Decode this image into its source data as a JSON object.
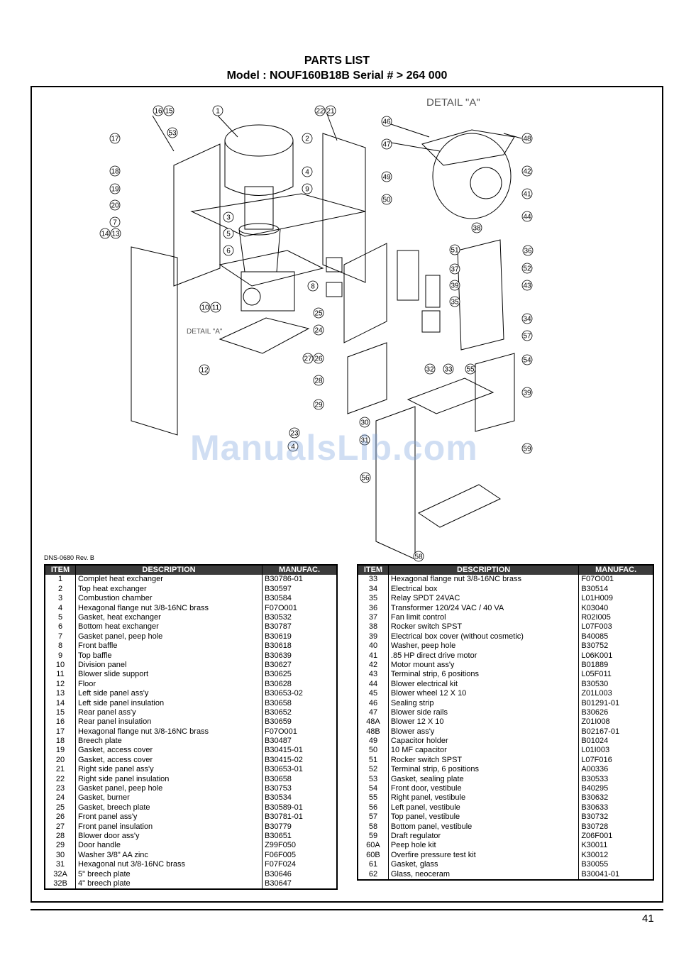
{
  "header": {
    "title": "PARTS LIST",
    "model_line": "Model : NOUF160B18B Serial # > 264 000"
  },
  "diagram": {
    "detail_a_label": "DETAIL \"A\"",
    "detail_a_small": "DETAIL \"A\"",
    "callouts": [
      "16",
      "15",
      "1",
      "22",
      "21",
      "17",
      "53",
      "2",
      "18",
      "4",
      "19",
      "9",
      "20",
      "7",
      "3",
      "5",
      "6",
      "8",
      "14",
      "13",
      "10",
      "11",
      "12",
      "25",
      "24",
      "27",
      "26",
      "28",
      "29",
      "30",
      "31",
      "23",
      "4",
      "56",
      "46",
      "47",
      "49",
      "50",
      "48",
      "42",
      "41",
      "44",
      "38",
      "51",
      "37",
      "36",
      "52",
      "43",
      "39",
      "35",
      "34",
      "57",
      "32",
      "33",
      "55",
      "54",
      "39",
      "59",
      "58"
    ]
  },
  "doc_ref": "DNS-0680 Rev. B",
  "watermark": "ManualsLib.com",
  "table_headers": {
    "item": "ITEM",
    "description": "DESCRIPTION",
    "manufac": "MANUFAC."
  },
  "left_rows": [
    {
      "item": "1",
      "desc": "Complet heat exchanger",
      "code": "B30786-01"
    },
    {
      "item": "2",
      "desc": "Top heat exchanger",
      "code": "B30597"
    },
    {
      "item": "3",
      "desc": "Combustion chamber",
      "code": "B30584"
    },
    {
      "item": "4",
      "desc": "Hexagonal flange nut 3/8-16NC brass",
      "code": "F07O001"
    },
    {
      "item": "5",
      "desc": "Gasket, heat exchanger",
      "code": "B30532"
    },
    {
      "item": "6",
      "desc": "Bottom heat exchanger",
      "code": "B30787"
    },
    {
      "item": "7",
      "desc": "Gasket panel, peep hole",
      "code": "B30619"
    },
    {
      "item": "8",
      "desc": "Front baffle",
      "code": "B30618"
    },
    {
      "item": "9",
      "desc": "Top baffle",
      "code": "B30639"
    },
    {
      "item": "10",
      "desc": "Division panel",
      "code": "B30627"
    },
    {
      "item": "11",
      "desc": "Blower slide support",
      "code": "B30625"
    },
    {
      "item": "12",
      "desc": "Floor",
      "code": "B30628"
    },
    {
      "item": "13",
      "desc": "Left side panel ass'y",
      "code": "B30653-02"
    },
    {
      "item": "14",
      "desc": "Left side panel insulation",
      "code": "B30658"
    },
    {
      "item": "15",
      "desc": "Rear panel ass'y",
      "code": "B30652"
    },
    {
      "item": "16",
      "desc": "Rear panel insulation",
      "code": "B30659"
    },
    {
      "item": "17",
      "desc": "Hexagonal flange nut 3/8-16NC brass",
      "code": "F07O001"
    },
    {
      "item": "18",
      "desc": "Breech plate",
      "code": "B30487"
    },
    {
      "item": "19",
      "desc": "Gasket, access cover",
      "code": "B30415-01"
    },
    {
      "item": "20",
      "desc": "Gasket, access cover",
      "code": "B30415-02"
    },
    {
      "item": "21",
      "desc": "Right side panel ass'y",
      "code": "B30653-01"
    },
    {
      "item": "22",
      "desc": "Right side panel insulation",
      "code": "B30658"
    },
    {
      "item": "23",
      "desc": "Gasket panel, peep hole",
      "code": "B30753"
    },
    {
      "item": "24",
      "desc": "Gasket, burner",
      "code": "B30534"
    },
    {
      "item": "25",
      "desc": "Gasket, breech plate",
      "code": "B30589-01"
    },
    {
      "item": "26",
      "desc": "Front panel ass'y",
      "code": "B30781-01"
    },
    {
      "item": "27",
      "desc": "Front panel insulation",
      "code": "B30779"
    },
    {
      "item": "28",
      "desc": "Blower door ass'y",
      "code": "B30651"
    },
    {
      "item": "29",
      "desc": "Door handle",
      "code": "Z99F050"
    },
    {
      "item": "30",
      "desc": "Washer 3/8\" AA zinc",
      "code": "F06F005"
    },
    {
      "item": "31",
      "desc": "Hexagonal nut 3/8-16NC brass",
      "code": "F07F024"
    },
    {
      "item": "32A",
      "desc": "5\" breech plate",
      "code": "B30646"
    },
    {
      "item": "32B",
      "desc": "4\" breech plate",
      "code": "B30647"
    }
  ],
  "right_rows": [
    {
      "item": "33",
      "desc": "Hexagonal flange nut 3/8-16NC brass",
      "code": "F07O001"
    },
    {
      "item": "34",
      "desc": "Electrical box",
      "code": "B30514"
    },
    {
      "item": "35",
      "desc": "Relay SPDT 24VAC",
      "code": "L01H009"
    },
    {
      "item": "36",
      "desc": "Transformer 120/24 VAC / 40 VA",
      "code": "K03040"
    },
    {
      "item": "37",
      "desc": "Fan limit control",
      "code": "R02I005"
    },
    {
      "item": "38",
      "desc": "Rocker switch SPST",
      "code": "L07F003"
    },
    {
      "item": "39",
      "desc": "Electrical box cover  (without cosmetic)",
      "code": "B40085"
    },
    {
      "item": "40",
      "desc": "Washer, peep hole",
      "code": "B30752"
    },
    {
      "item": "41",
      "desc": ".85 HP direct drive motor",
      "code": "L06K001"
    },
    {
      "item": "42",
      "desc": "Motor mount ass'y",
      "code": "B01889"
    },
    {
      "item": "43",
      "desc": "Terminal strip, 6 positions",
      "code": "L05F011"
    },
    {
      "item": "44",
      "desc": "Blower electrical kit",
      "code": "B30530"
    },
    {
      "item": "45",
      "desc": "Blower wheel 12 X 10",
      "code": "Z01L003"
    },
    {
      "item": "46",
      "desc": "Sealing strip",
      "code": "B01291-01"
    },
    {
      "item": "47",
      "desc": "Blower side rails",
      "code": "B30626"
    },
    {
      "item": "48A",
      "desc": "Blower 12 X 10",
      "code": "Z01I008"
    },
    {
      "item": "48B",
      "desc": "Blower ass'y",
      "code": "B02167-01"
    },
    {
      "item": "49",
      "desc": "Capacitor holder",
      "code": "B01024"
    },
    {
      "item": "50",
      "desc": "10 MF capacitor",
      "code": "L01I003"
    },
    {
      "item": "51",
      "desc": "Rocker switch SPST",
      "code": "L07F016"
    },
    {
      "item": "52",
      "desc": "Terminal strip, 6 positions",
      "code": "A00336"
    },
    {
      "item": "53",
      "desc": "Gasket, sealing plate",
      "code": "B30533"
    },
    {
      "item": "54",
      "desc": "Front door, vestibule",
      "code": "B40295"
    },
    {
      "item": "55",
      "desc": "Right panel, vestibule",
      "code": "B30632"
    },
    {
      "item": "56",
      "desc": "Left panel, vestibule",
      "code": "B30633"
    },
    {
      "item": "57",
      "desc": "Top panel, vestibule",
      "code": "B30732"
    },
    {
      "item": "58",
      "desc": "Bottom panel, vestibule",
      "code": "B30728"
    },
    {
      "item": "59",
      "desc": "Draft regulator",
      "code": "Z06F001"
    },
    {
      "item": "60A",
      "desc": "Peep hole kit",
      "code": "K30011"
    },
    {
      "item": "60B",
      "desc": "Overfire pressure test kit",
      "code": "K30012"
    },
    {
      "item": "61",
      "desc": "Gasket, glass",
      "code": "B30055"
    },
    {
      "item": "62",
      "desc": "Glass, neoceram",
      "code": "B30041-01"
    }
  ],
  "page_number": "41"
}
